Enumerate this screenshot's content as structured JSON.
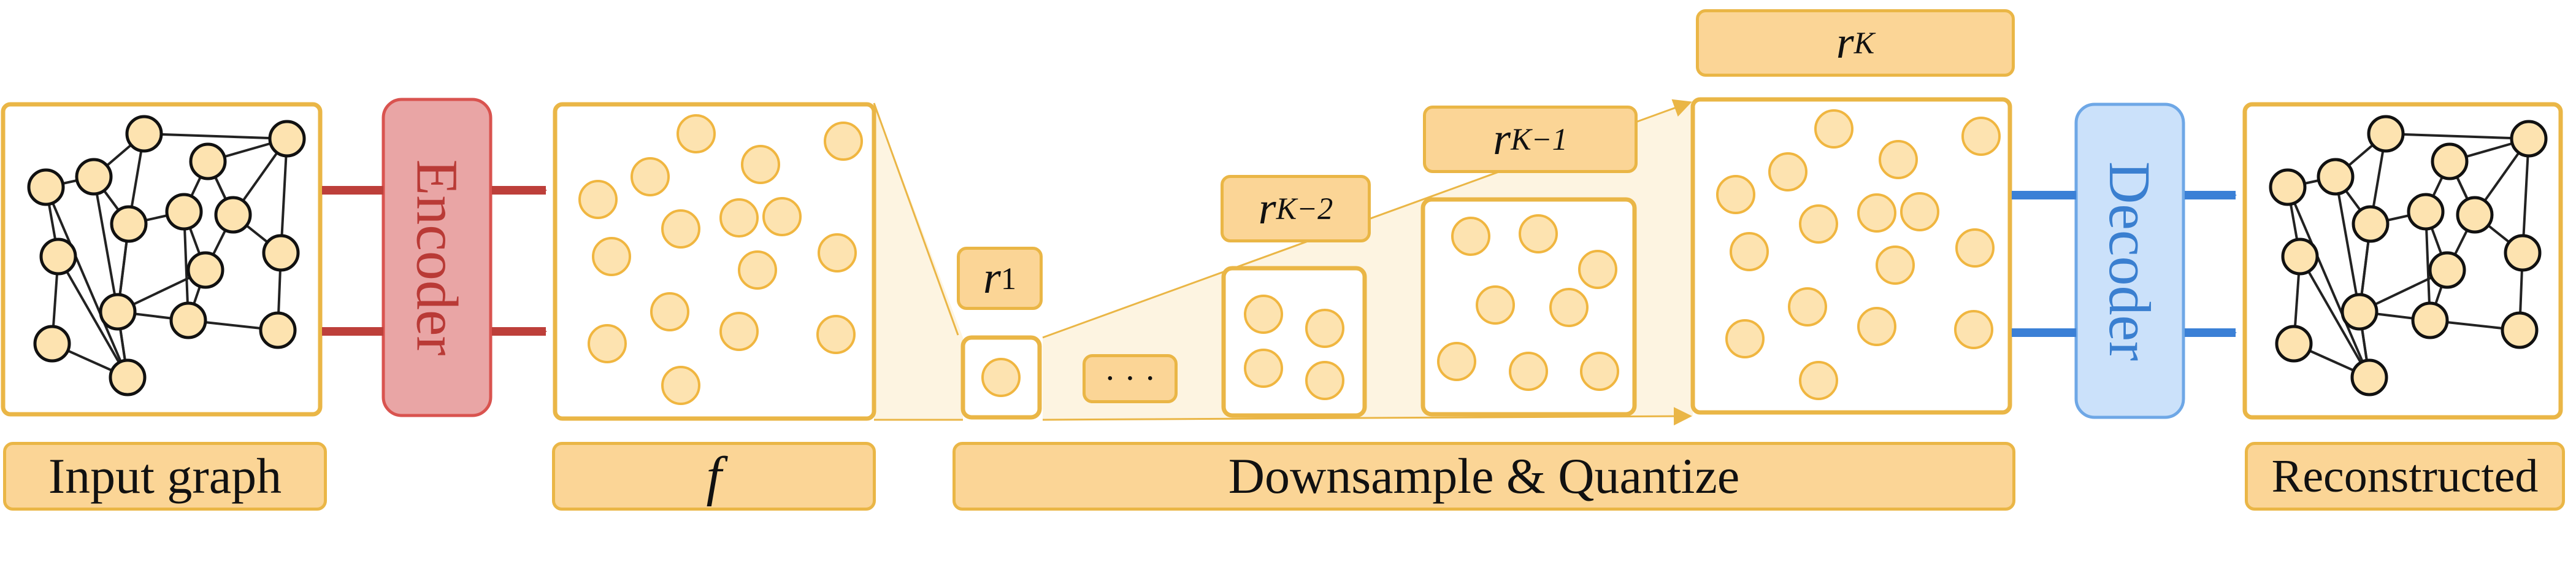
{
  "title": "",
  "labels": {
    "input": "Input graph",
    "features": "f",
    "r1_base": "r",
    "r1_sub": "1",
    "dots": "· · ·",
    "rK2_base": "r",
    "rK2_sub": "K−2",
    "rK1_base": "r",
    "rK1_sub": "K−1",
    "rK_base": "r",
    "rK_sub": "K",
    "downsample": "Downsample & Quantize",
    "reconstructed": "Reconstructed"
  },
  "encoder": {
    "label": "Encoder"
  },
  "decoder": {
    "label": "Decoder"
  },
  "colors": {
    "node_fill": "#fde3b0",
    "node_ring": "#f0b640",
    "panel_border": "#eab646",
    "label_fill": "#fbd596",
    "encoder_fill": "#e9a5a5",
    "encoder_border": "#d9534f",
    "encoder_text": "#b93a36",
    "decoder_fill": "#cbe1fa",
    "decoder_border": "#6ea7e6",
    "decoder_text": "#3a7fd0",
    "red_arrow": "#bd3f3a",
    "blue_arrow": "#3b80d6"
  }
}
